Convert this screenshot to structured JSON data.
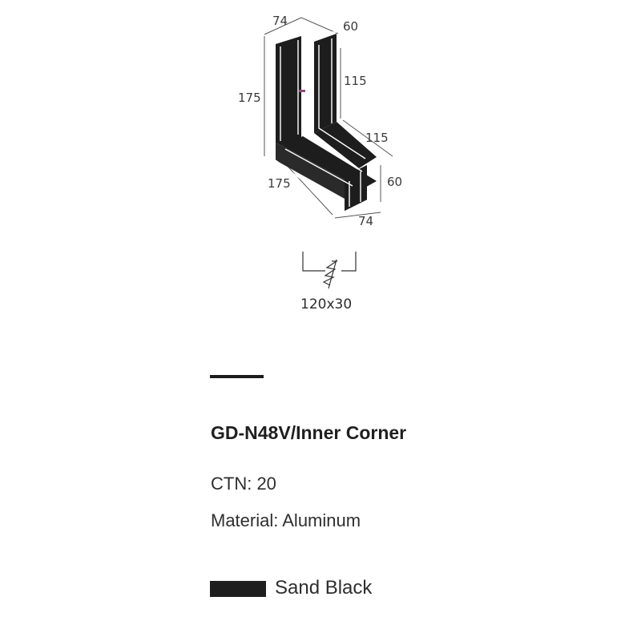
{
  "drawing": {
    "dimensions": {
      "top_width": "74",
      "top_depth": "60",
      "left_height": "175",
      "upper_height": "115",
      "lower_length": "115",
      "right_height": "60",
      "bottom_length": "175",
      "bottom_width": "74"
    },
    "cutout_label": "120x30"
  },
  "product": {
    "title": "GD-N48V/Inner Corner",
    "ctn": "CTN: 20",
    "material": "Material: Aluminum"
  },
  "finish": {
    "color": "#1e1e1e",
    "label": "Sand Black"
  }
}
